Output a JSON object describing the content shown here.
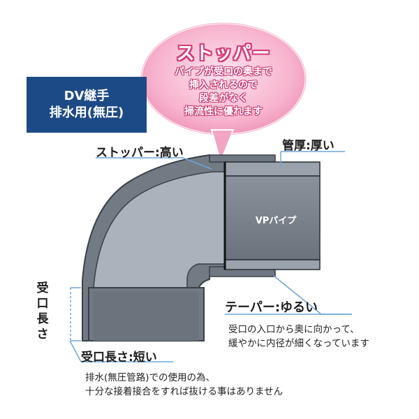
{
  "badge": {
    "line1": "DV継手",
    "line2": "排水用(無圧)"
  },
  "bubble": {
    "title": "ストッパー",
    "lines": [
      "パイプが受口の奥まで",
      "挿入されるので",
      "段差がなく",
      "掃流性に優れます"
    ]
  },
  "labels": {
    "stopper": "ストッパー:高い",
    "wall": "管厚:厚い",
    "pipe": "VPパイプ",
    "taper": "テーパー:ゆるい",
    "socket_short": "受口長さ:短い",
    "socket_length_chars": [
      "受",
      "口",
      "長",
      "さ"
    ]
  },
  "descriptions": {
    "taper": [
      "受口の入口から奥に向かって、",
      "緩やかに内径が細くなっています"
    ],
    "socket": [
      "排水(無圧管路)での使用の為、",
      "十分な接着接合をすれば抜ける事はありません"
    ]
  },
  "colors": {
    "badge_bg": "#1c4a86",
    "bubble_fill": "#f7b3cd",
    "fitting_dark": "#6f7782",
    "fitting_light": "#aab2bb",
    "pipe_fill": "#7d858e",
    "leader": "#6da5d8"
  }
}
